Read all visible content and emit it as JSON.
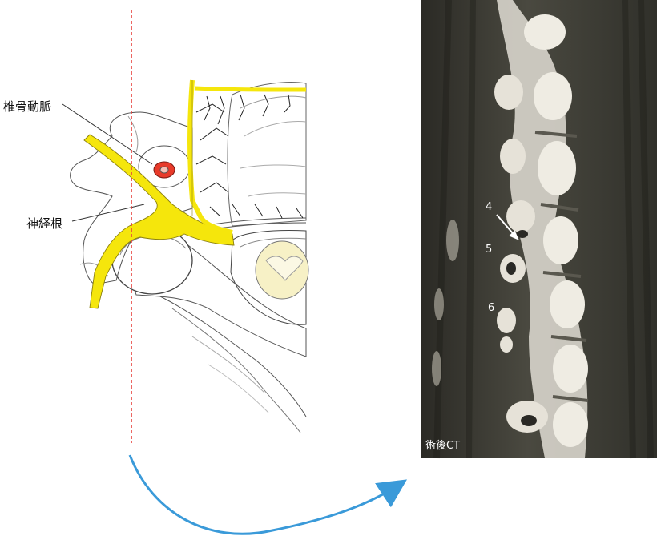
{
  "labels": {
    "vertebral_artery": "椎骨動脈",
    "nerve_root": "神経根"
  },
  "ct": {
    "level_4": "4",
    "level_5": "5",
    "level_6": "6",
    "caption": "術後CT"
  },
  "colors": {
    "nerve": "#f5e60c",
    "artery": "#e83a2a",
    "cut_line": "#e8413c",
    "arrow": "#3a9ad9",
    "ct_background": "#3a3a33"
  }
}
